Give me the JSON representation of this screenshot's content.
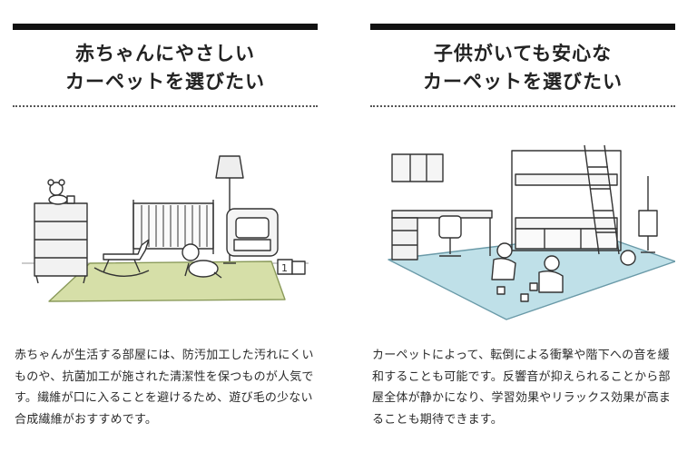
{
  "left": {
    "heading_line1": "赤ちゃんにやさしい",
    "heading_line2": "カーペットを選びたい",
    "body": "赤ちゃんが生活する部屋には、防汚加工した汚れにくいものや、抗菌加工が施された清潔性を保つものが人気です。繊維が口に入ることを避けるため、遊び毛の少ない合成繊維がおすすめです。",
    "rug_color": "#d6dfa8",
    "block_label": "1"
  },
  "right": {
    "heading_line1": "子供がいても安心な",
    "heading_line2": "カーペットを選びたい",
    "body": "カーペットによって、転倒による衝撃や階下への音を緩和することも可能です。反響音が抑えられることから部屋全体が静かになり、学習効果やリラックス効果が高まることも期待できます。",
    "rug_color": "#bfe0e8"
  },
  "colors": {
    "bar": "#111111",
    "line_art": "#333333"
  }
}
